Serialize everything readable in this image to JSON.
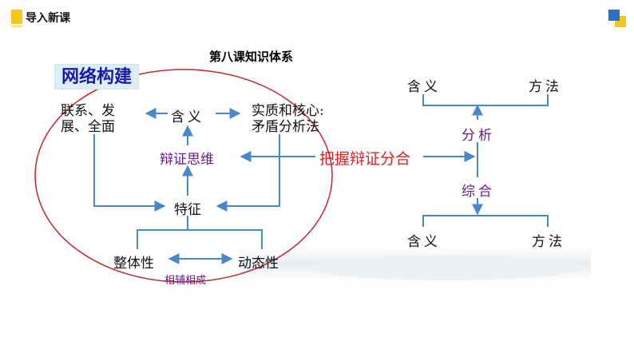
{
  "header": {
    "title": "导入新课"
  },
  "diagram": {
    "title": "第八课知识体系",
    "banner": "网络构建",
    "left": {
      "node_lianxi_l1": "联系、发",
      "node_lianxi_l2": "展、全面",
      "node_hanyi": "含义",
      "node_shizhi_l1": "实质和核心:",
      "node_shizhi_l2": "矛盾分析法",
      "node_bianzheng": "辩证思维",
      "node_tezheng": "特征",
      "node_zhengti": "整体性",
      "node_dongtai": "动态性",
      "node_xiangfu": "相辅相成"
    },
    "center_label": "把握辩证分合",
    "right": {
      "node_hanyi_top": "含义",
      "node_fangfa_top": "方法",
      "node_fenxi": "分析",
      "node_zonghe": "综合",
      "node_hanyi_bottom": "含义",
      "node_fangfa_bottom": "方法"
    }
  },
  "colors": {
    "connector": "#4a86c8",
    "ellipse": "#c0282d",
    "accent_yellow": "#f5c61b",
    "accent_blue": "#2f6fc0",
    "purple_text": "#6a1d8a",
    "red_text": "#e02020"
  }
}
